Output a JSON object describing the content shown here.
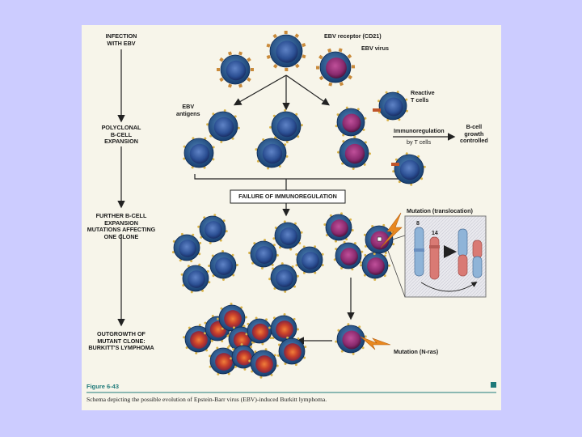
{
  "colors": {
    "slide_background": "#ccccff",
    "figure_background": "#f7f5ea",
    "cell_membrane": "#1f4f86",
    "cell_nucleus_normal": "#2b4f93",
    "cell_nucleus_infected": "#8a2a6e",
    "tumor_nucleus": "#c8402a",
    "lightning": "#e8881f",
    "chromosome_8": "#8fb4d8",
    "chromosome_14": "#d97a74",
    "caption_accent": "#1f7a7a"
  },
  "icons": [
    "lightning-bolt-icon",
    "arrow-icon",
    "chromosome-icon",
    "b-cell-icon"
  ],
  "stages": {
    "infection": "INFECTION\nWITH EBV",
    "polyclonal": "POLYCLONAL\nB-CELL\nEXPANSION",
    "further": "FURTHER B-CELL\nEXPANSION\nMUTATIONS AFFECTING\nONE CLONE",
    "outgrowth": "OUTGROWTH OF\nMUTANT CLONE:\nBURKITT'S LYMPHOMA"
  },
  "labels": {
    "ebv_receptor": "EBV receptor (CD21)",
    "ebv_virus": "EBV virus",
    "ebv_antigens": "EBV\nantigens",
    "reactive_t_cells": "Reactive\nT cells",
    "immunoregulation": "Immunoregulation",
    "by_t_cells": "by T cells",
    "b_cell_growth": "B-cell\ngrowth\ncontrolled",
    "failure": "FAILURE OF IMMUNOREGULATION",
    "mutation_translocation": "Mutation (translocation)",
    "mutation_n_ras": "Mutation (N-ras)",
    "chrom_8": "8",
    "chrom_14": "14"
  },
  "caption": {
    "figure_number": "Figure 6-43",
    "text": "Schema depicting the possible evolution of Epstein-Barr virus (EBV)-induced Burkitt lymphoma."
  }
}
